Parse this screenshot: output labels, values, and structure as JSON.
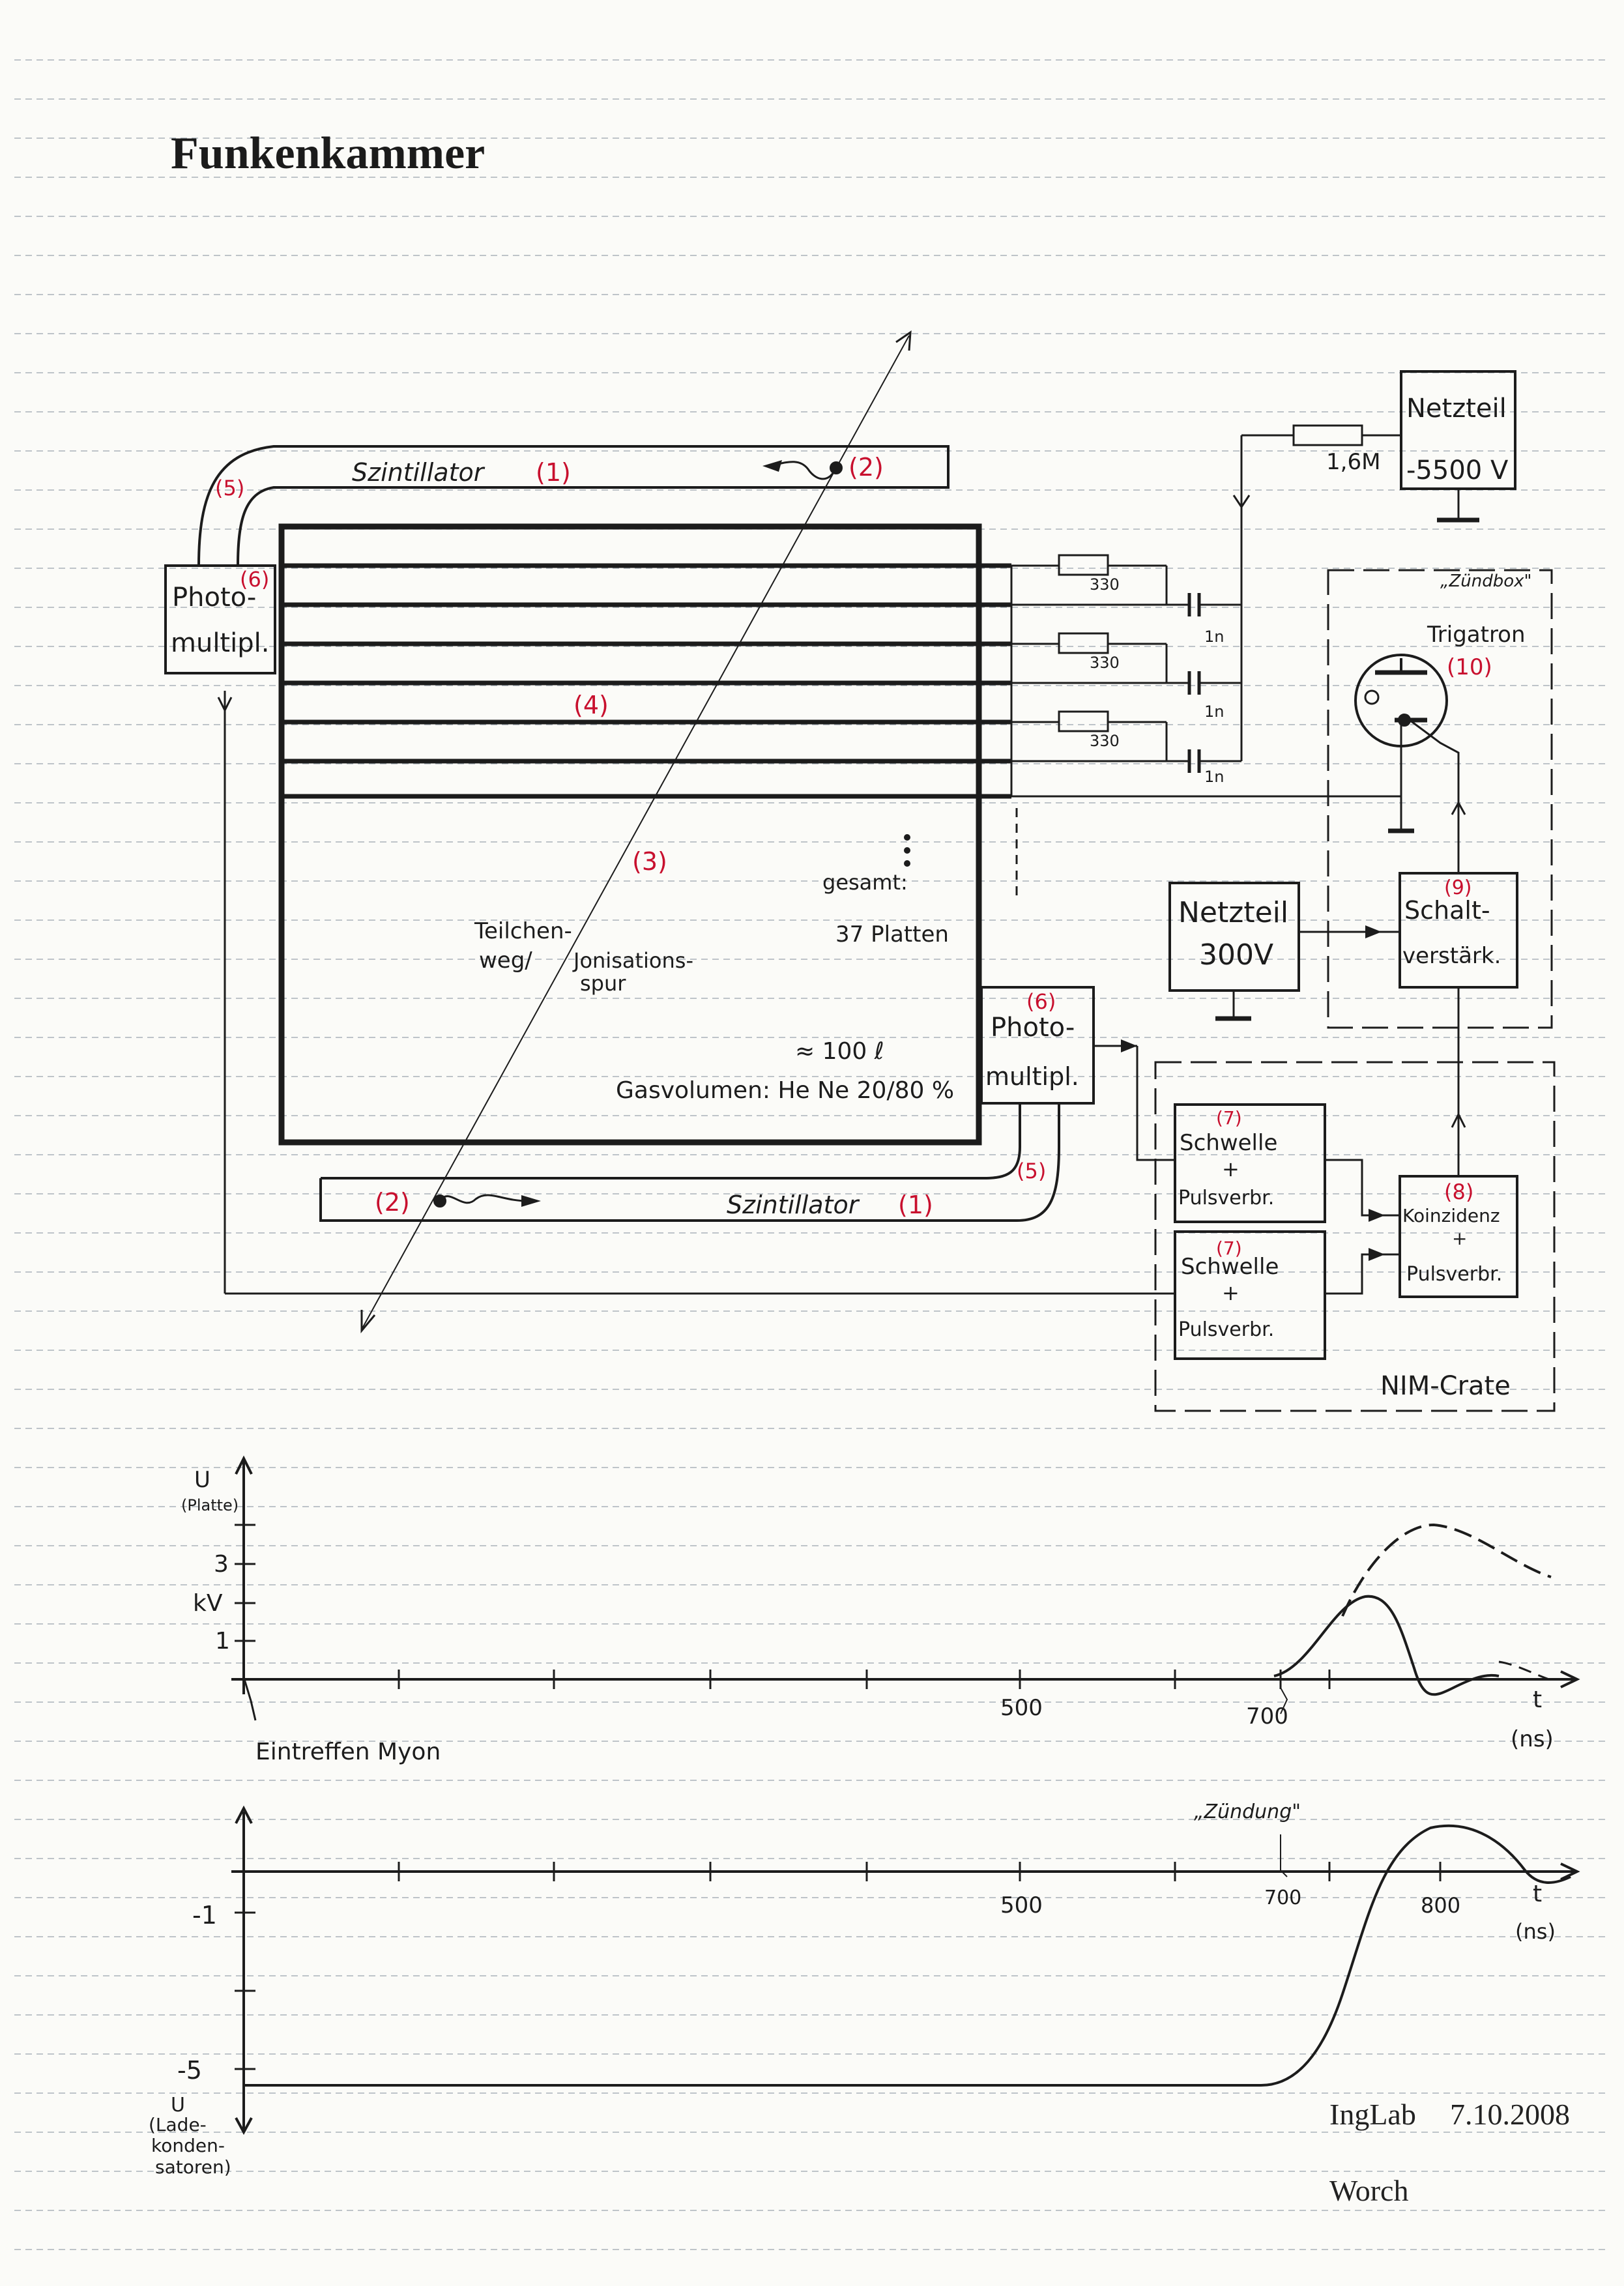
{
  "title": "Funkenkammer",
  "footer": {
    "lab": "IngLab",
    "date": "7.10.2008",
    "author": "Worch"
  },
  "diagram": {
    "scintillator_top": "Szintillator",
    "scintillator_bottom": "Szintillator",
    "photomultiplier_left": [
      "Photo-",
      "multipl."
    ],
    "photomultiplier_right": [
      "Photo-",
      "multipl."
    ],
    "particle_path": [
      "Teilchen-",
      "weg/"
    ],
    "ionisation_track": [
      "Jonisations-",
      "spur"
    ],
    "plates_total": [
      "gesamt:",
      "37 Platten"
    ],
    "gas_volume_amount": "≈ 100 ℓ",
    "gas_volume": "Gasvolumen:  He Ne  20/80 %",
    "resistor_value": "330",
    "capacitor_value": "1n",
    "resistor_hv": "1,6M",
    "psu_hv": [
      "Netzteil",
      "-5500 V"
    ],
    "psu_300": [
      "Netzteil",
      "300V"
    ],
    "zuendbox": "„Zündbox\"",
    "trigatron": "Trigatron",
    "switching_amp": [
      "Schalt-",
      "verstärk."
    ],
    "threshold_1": [
      "Schwelle",
      "+",
      "Pulsverbr."
    ],
    "threshold_2": [
      "Schwelle",
      "+",
      "Pulsverbr."
    ],
    "coincidence": [
      "Koinzidenz",
      "+",
      "Pulsverbr."
    ],
    "nim_crate": "NIM-Crate",
    "markers": {
      "m1": "(1)",
      "m2": "(2)",
      "m3": "(3)",
      "m4": "(4)",
      "m5": "(5)",
      "m6": "(6)",
      "m7": "(7)",
      "m8": "(8)",
      "m9": "(9)",
      "m10": "(10)"
    }
  },
  "graph_top": {
    "y_label": [
      "U",
      "(Platte)"
    ],
    "y_ticks": [
      "3",
      "kV",
      "1"
    ],
    "x_tick_500": "500",
    "x_tick_700": "700",
    "x_label": [
      "t",
      "(ns)"
    ],
    "annotation_muon": "Eintreffen Myon",
    "annotation_ignition": "„Zündung\""
  },
  "graph_bottom": {
    "y_ticks": [
      "-1",
      "-5"
    ],
    "y_label": [
      "U",
      "(Lade-",
      "konden-",
      "satoren)"
    ],
    "x_tick_500": "500",
    "x_tick_700": "700",
    "x_tick_800": "800",
    "x_label": [
      "t",
      "(ns)"
    ]
  },
  "colors": {
    "ink": "#1c1c1c",
    "marker": "#c8102e",
    "grid": "#9aa3ad"
  }
}
